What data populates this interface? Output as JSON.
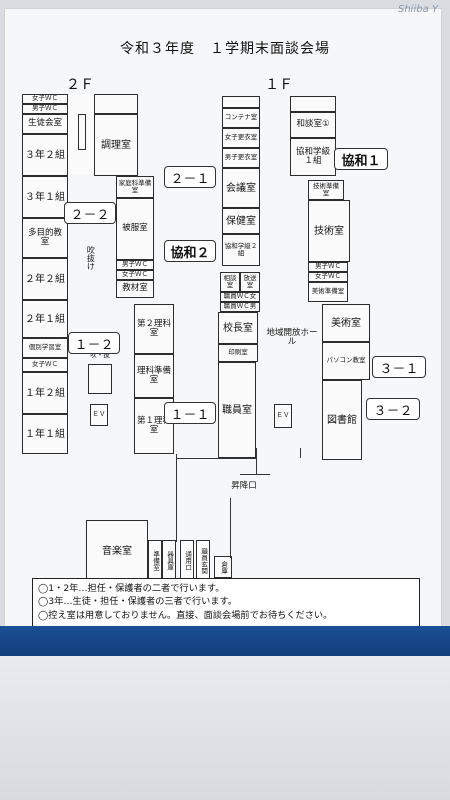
{
  "title": "令和３年度　１学期末面談会場",
  "corner_writing": "Shiiba Y",
  "floors": {
    "f2": "２Ｆ",
    "f1": "１Ｆ"
  },
  "rooms_2f": {
    "girls_wc": "女子ＷＣ",
    "boys_wc": "男子ＷＣ",
    "student_room": "生徒会室",
    "class_3_2": "３年２組",
    "class_3_1": "３年１組",
    "multi": "多目的教室",
    "class_2_2": "２年２組",
    "class_2_1": "２年１組",
    "guidance": "個別学習室",
    "girls_wc2": "女子ＷＣ",
    "class_1_2": "１年２組",
    "class_1_1": "１年１組",
    "cooking": "調理室",
    "homeec_prep": "家庭科準備室",
    "sewing": "被服室",
    "atrium": "吹抜け",
    "boys_wc2": "男子ＷＣ",
    "girls_wc3": "女子ＷＣ",
    "materials": "教材室",
    "science2": "第２理科室",
    "science_prep": "理科準備室",
    "science1": "第１理科室",
    "atrium2": "吹・抜",
    "ev": "ＥＶ"
  },
  "rooms_1f": {
    "container": "コンテナ室",
    "girls_change": "女子更衣室",
    "boys_change": "男子更衣室",
    "meeting": "会議室",
    "health": "保健室",
    "kyowa_class2": "協和学級２組",
    "consult": "相談室",
    "broadcast": "放送室",
    "staff_wc_f": "職員ＷＣ女",
    "staff_wc_m": "職員ＷＣ男",
    "principal": "校長室",
    "print": "印刷室",
    "staff": "職員室",
    "consult1": "和談室①",
    "kyowa_class1": "協和学級１組",
    "tech_prep": "技術準備室",
    "tech": "技術室",
    "boys_wc": "男子ＷＣ",
    "girls_wc": "女子ＷＣ",
    "art_prep": "美術準備室",
    "community": "地域開放ホール",
    "art": "美術室",
    "pc": "パソコン教室",
    "library": "図書館",
    "ev": "ＥＶ",
    "entrance": "昇降口",
    "music": "音楽室",
    "prep": "準備室",
    "music_store": "器具庫",
    "passage": "通用口",
    "staff_entrance": "職員玄関",
    "storage": "倉庫"
  },
  "callouts": {
    "c_2_2": "２－２",
    "c_2_1": "２－１",
    "c_kyowa1": "協和１",
    "c_kyowa2": "協和２",
    "c_1_2": "１－２",
    "c_1_1": "１－１",
    "c_3_1": "３－１",
    "c_3_2": "３－２"
  },
  "notes": [
    "◯1・2年…担任・保護者の二者で行います。",
    "◯3年…生徒・担任・保護者の三者で行います。",
    "◯控え室は用意しておりません。直接、面談会場前でお待ちください。"
  ],
  "colors": {
    "frame": "#1b4f95",
    "paper": "#f6f7f8"
  }
}
